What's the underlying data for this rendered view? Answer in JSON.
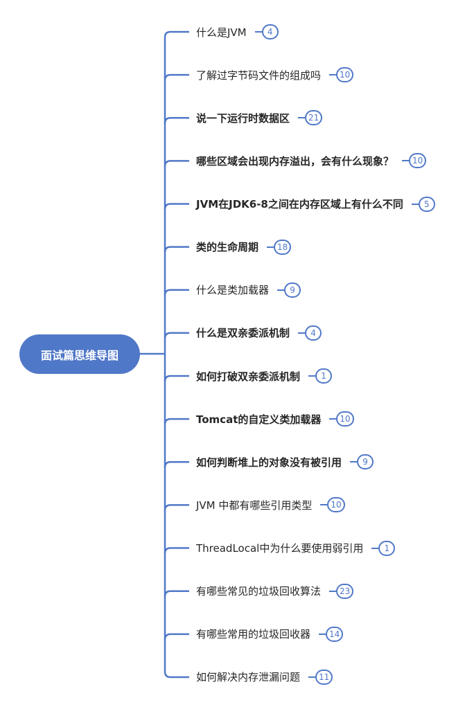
{
  "root": {
    "label": "面试篇思维导图"
  },
  "accent_color": "#5078c8",
  "topics": [
    {
      "label": "什么是JVM",
      "count": "4",
      "bold": false
    },
    {
      "label": "了解过字节码文件的组成吗",
      "count": "10",
      "bold": false
    },
    {
      "label": "说一下运行时数据区",
      "count": "21",
      "bold": true
    },
    {
      "label": "哪些区域会出现内存溢出，会有什么现象？",
      "count": "10",
      "bold": true
    },
    {
      "label": "JVM在JDK6-8之间在内存区域上有什么不同",
      "count": "5",
      "bold": true
    },
    {
      "label": "类的生命周期",
      "count": "18",
      "bold": true
    },
    {
      "label": "什么是类加载器",
      "count": "9",
      "bold": false
    },
    {
      "label": "什么是双亲委派机制",
      "count": "4",
      "bold": true
    },
    {
      "label": "如何打破双亲委派机制",
      "count": "1",
      "bold": true
    },
    {
      "label": "Tomcat的自定义类加载器",
      "count": "10",
      "bold": true
    },
    {
      "label": "如何判断堆上的对象没有被引用",
      "count": "9",
      "bold": true
    },
    {
      "label": "JVM 中都有哪些引用类型",
      "count": "10",
      "bold": false
    },
    {
      "label": "ThreadLocal中为什么要使用弱引用",
      "count": "1",
      "bold": false
    },
    {
      "label": "有哪些常见的垃圾回收算法",
      "count": "23",
      "bold": false
    },
    {
      "label": "有哪些常用的垃圾回收器",
      "count": "14",
      "bold": false
    },
    {
      "label": "如何解决内存泄漏问题",
      "count": "11",
      "bold": false
    }
  ]
}
